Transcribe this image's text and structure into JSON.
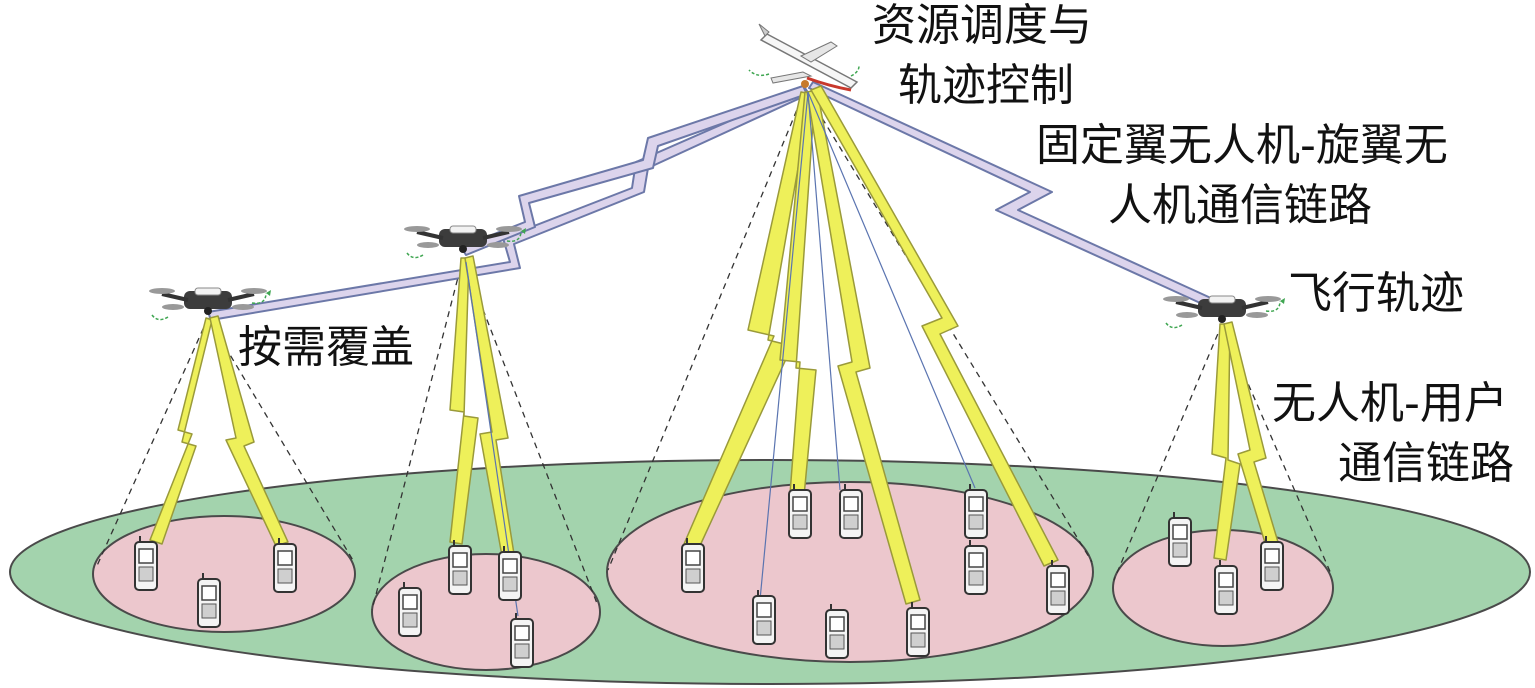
{
  "labels": {
    "resource_line1": "资源调度与",
    "resource_line2": "轨迹控制",
    "fixed_line1": "固定翼无人机-旋翼无",
    "fixed_line2": "人机通信链路",
    "flight_path": "飞行轨迹",
    "uav_user_line1": "无人机-用户",
    "uav_user_line2": "通信链路",
    "on_demand": "按需覆盖"
  },
  "colors": {
    "ground": "#a3d3ad",
    "ground_edge": "#4a4a4a",
    "zone": "#ecc7cd",
    "uav_link": "#eef05a",
    "uav_link_edge": "#9a9a3a",
    "backhaul": "#dcd4ec",
    "backhaul_edge": "#6c78a8",
    "fixed_wing": "#c8382c",
    "text": "#111111"
  },
  "icons": [
    "fixed-wing-uav-icon",
    "rotor-uav-icon",
    "mobile-phone-icon"
  ]
}
